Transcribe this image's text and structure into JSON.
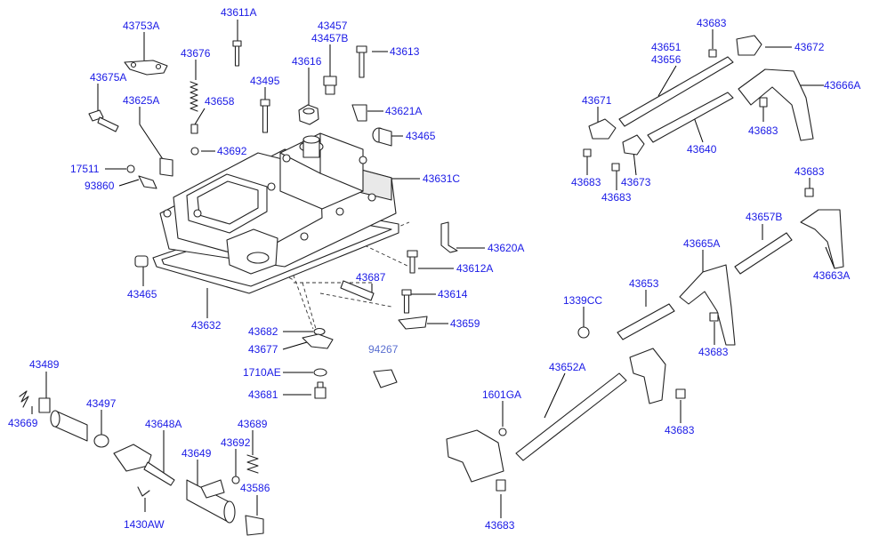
{
  "diagram": {
    "labels": [
      {
        "id": "l1",
        "text": "43753A"
      },
      {
        "id": "l2",
        "text": "43611A"
      },
      {
        "id": "l3",
        "text": "43457"
      },
      {
        "id": "l4",
        "text": "43457B"
      },
      {
        "id": "l5",
        "text": "43613"
      },
      {
        "id": "l6",
        "text": "43676"
      },
      {
        "id": "l7",
        "text": "43675A"
      },
      {
        "id": "l8",
        "text": "43616"
      },
      {
        "id": "l9",
        "text": "43495"
      },
      {
        "id": "l10",
        "text": "43658"
      },
      {
        "id": "l11",
        "text": "43625A"
      },
      {
        "id": "l12",
        "text": "43621A"
      },
      {
        "id": "l13",
        "text": "43465"
      },
      {
        "id": "l14",
        "text": "43692"
      },
      {
        "id": "l15",
        "text": "17511"
      },
      {
        "id": "l16",
        "text": "93860"
      },
      {
        "id": "l17",
        "text": "43631C"
      },
      {
        "id": "l18",
        "text": "43620A"
      },
      {
        "id": "l19",
        "text": "43612A"
      },
      {
        "id": "l20",
        "text": "43687"
      },
      {
        "id": "l21",
        "text": "43465"
      },
      {
        "id": "l22",
        "text": "43614"
      },
      {
        "id": "l23",
        "text": "43632"
      },
      {
        "id": "l24",
        "text": "43659"
      },
      {
        "id": "l25",
        "text": "43682"
      },
      {
        "id": "l26",
        "text": "43677"
      },
      {
        "id": "l27",
        "text": "94267"
      },
      {
        "id": "l28",
        "text": "1710AE"
      },
      {
        "id": "l29",
        "text": "43681"
      },
      {
        "id": "l30",
        "text": "43489"
      },
      {
        "id": "l31",
        "text": "43497"
      },
      {
        "id": "l32",
        "text": "43669"
      },
      {
        "id": "l33",
        "text": "43648A"
      },
      {
        "id": "l34",
        "text": "43689"
      },
      {
        "id": "l35",
        "text": "43649"
      },
      {
        "id": "l36",
        "text": "43692"
      },
      {
        "id": "l37",
        "text": "43586"
      },
      {
        "id": "l38",
        "text": "1430AW"
      },
      {
        "id": "l39",
        "text": "43683"
      },
      {
        "id": "l40",
        "text": "43672"
      },
      {
        "id": "l41",
        "text": "43651"
      },
      {
        "id": "l42",
        "text": "43656"
      },
      {
        "id": "l43",
        "text": "43666A"
      },
      {
        "id": "l44",
        "text": "43671"
      },
      {
        "id": "l45",
        "text": "43683"
      },
      {
        "id": "l46",
        "text": "43640"
      },
      {
        "id": "l47",
        "text": "43683"
      },
      {
        "id": "l48",
        "text": "43673"
      },
      {
        "id": "l49",
        "text": "43683"
      },
      {
        "id": "l50",
        "text": "43683"
      },
      {
        "id": "l51",
        "text": "43657B"
      },
      {
        "id": "l52",
        "text": "43665A"
      },
      {
        "id": "l53",
        "text": "43663A"
      },
      {
        "id": "l54",
        "text": "1339CC"
      },
      {
        "id": "l55",
        "text": "43653"
      },
      {
        "id": "l56",
        "text": "43683"
      },
      {
        "id": "l57",
        "text": "43652A"
      },
      {
        "id": "l58",
        "text": "1601GA"
      },
      {
        "id": "l59",
        "text": "43683"
      },
      {
        "id": "l60",
        "text": "43683"
      }
    ]
  }
}
